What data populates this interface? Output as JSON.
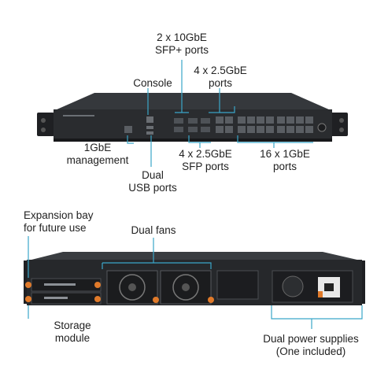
{
  "front_callouts": {
    "sfp_plus_10g": "2 x 10GbE\nSFP+ ports",
    "console": "Console",
    "rj45_2_5g": "4 x 2.5GbE\nports",
    "mgmt_1g": "1GbE\nmanagement",
    "usb": "Dual\nUSB ports",
    "sfp_2_5g": "4 x 2.5GbE\nSFP ports",
    "rj45_1g": "16 x 1GbE\nports"
  },
  "rear_callouts": {
    "expansion_bay": "Expansion bay\nfor future use",
    "fans": "Dual fans",
    "storage": "Storage\nmodule",
    "power": "Dual power supplies\n(One included)"
  },
  "colors": {
    "chassis": "#2a2c2f",
    "chassis_dark": "#17181a",
    "leader_line": "#3aa6c9",
    "port": "#5a5e63",
    "accent_orange": "#e07a2a"
  },
  "icons": [
    "rack-ear",
    "rj45-port",
    "sfp-port",
    "usb-port",
    "fan",
    "power-supply",
    "power-button"
  ]
}
